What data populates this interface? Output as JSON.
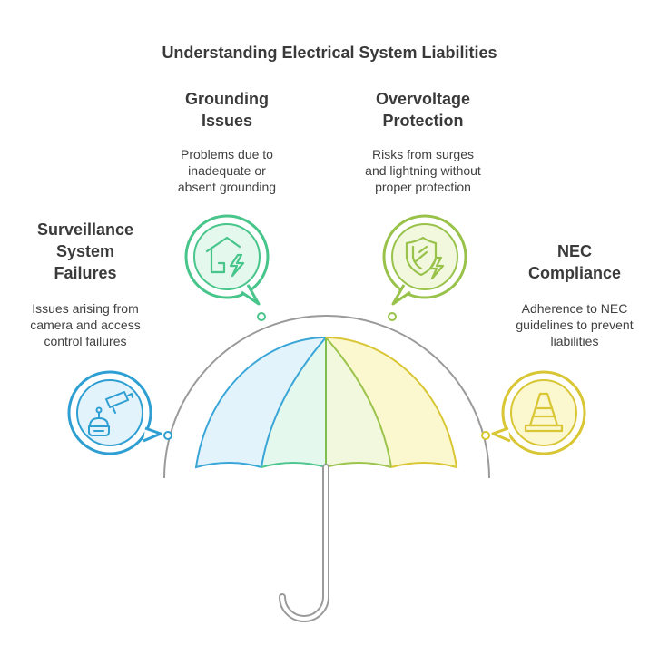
{
  "title": "Understanding Electrical System Liabilities",
  "items": [
    {
      "heading_lines": [
        "Grounding",
        "Issues"
      ],
      "desc_lines": [
        "Problems due to",
        "inadequate or",
        "absent grounding"
      ],
      "icon": "house-lightning-icon",
      "color": "#48c58a"
    },
    {
      "heading_lines": [
        "Overvoltage",
        "Protection"
      ],
      "desc_lines": [
        "Risks from surges",
        "and lightning without",
        "proper protection"
      ],
      "icon": "shield-lightning-icon",
      "color": "#99c24a"
    },
    {
      "heading_lines": [
        "Surveillance",
        "System",
        "Failures"
      ],
      "desc_lines": [
        "Issues arising from",
        "camera and access",
        "control failures"
      ],
      "icon": "camera-robot-icon",
      "color": "#2f9fd3"
    },
    {
      "heading_lines": [
        "NEC",
        "Compliance"
      ],
      "desc_lines": [
        "Adherence to NEC",
        "guidelines to prevent",
        "liabilities"
      ],
      "icon": "traffic-cone-icon",
      "color": "#d9c634"
    }
  ],
  "umbrella_colors": [
    "#e2f3fb",
    "#e4f8ee",
    "#f1f8de",
    "#fbf7cf"
  ]
}
